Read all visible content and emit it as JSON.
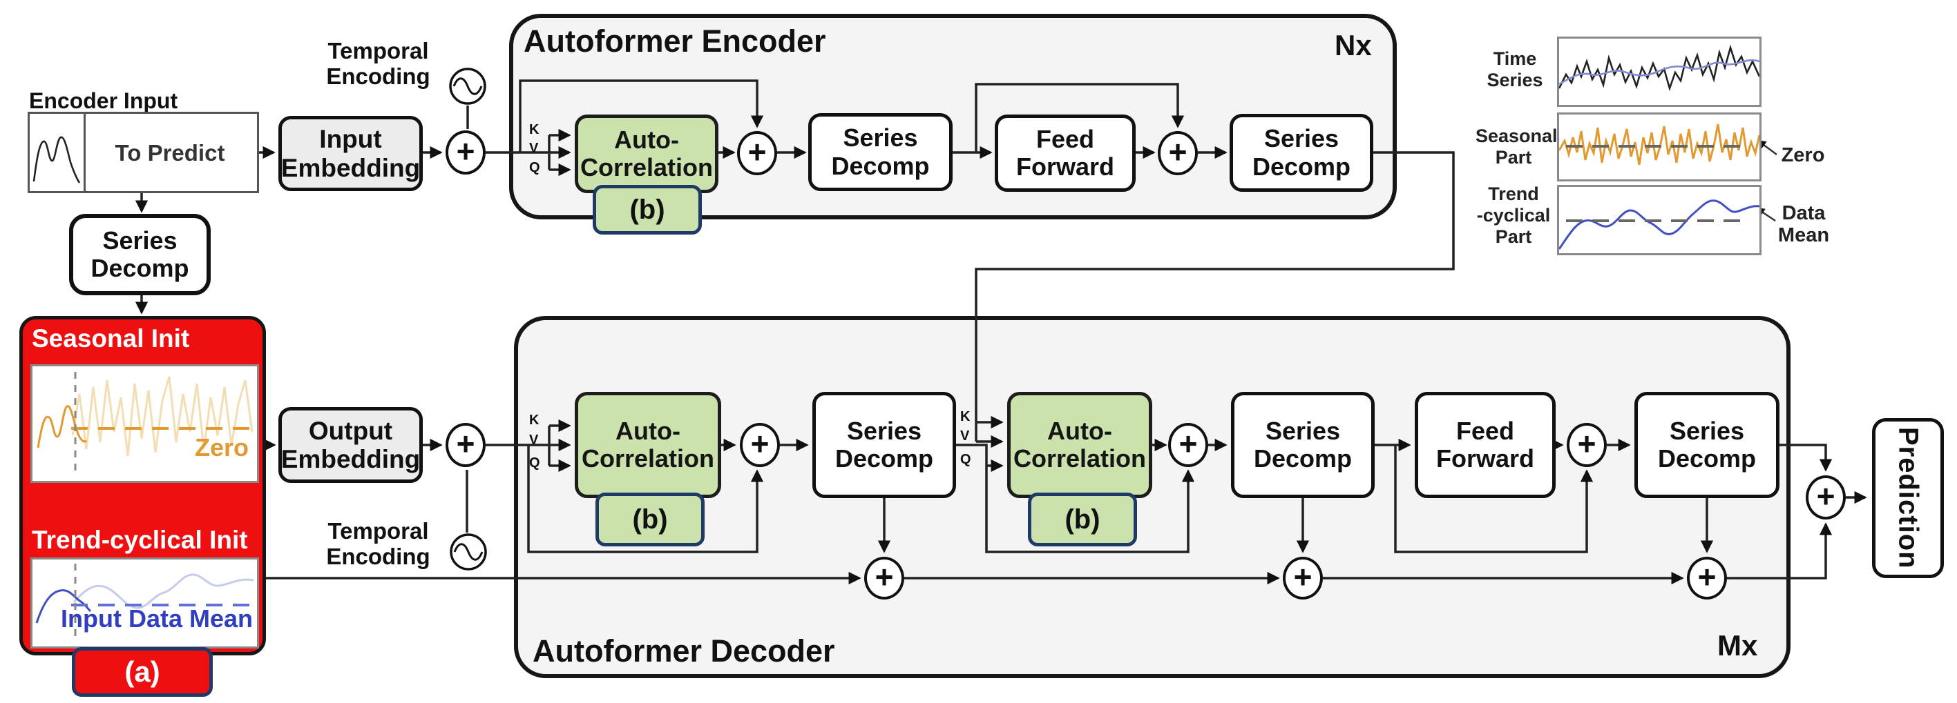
{
  "labels": {
    "encoder_input": "Encoder Input",
    "to_predict": "To Predict",
    "series_decomp": "Series\nDecomp",
    "input_embedding": "Input\nEmbedding",
    "output_embedding": "Output\nEmbedding",
    "temporal_encoding": "Temporal\nEncoding",
    "auto_correlation": "Auto-\nCorrelation",
    "feed_forward": "Feed\nForward",
    "prediction": "Prediction",
    "plus": "+",
    "k": "K",
    "v": "V",
    "q": "Q",
    "tab_a": "(a)",
    "tab_b": "(b)"
  },
  "encoder": {
    "title": "Autoformer Encoder",
    "repeat": "Nx"
  },
  "decoder": {
    "title": "Autoformer Decoder",
    "repeat": "Mx"
  },
  "init_block": {
    "seasonal_title": "Seasonal Init",
    "seasonal_annotation": "Zero",
    "trend_title": "Trend-cyclical Init",
    "trend_annotation": "Input Data Mean"
  },
  "legend": {
    "rows": [
      {
        "label": "Time\nSeries",
        "annotation": ""
      },
      {
        "label": "Seasonal\nPart",
        "annotation": "Zero"
      },
      {
        "label": "Trend\n-cyclical\nPart",
        "annotation": "Data\nMean"
      }
    ]
  },
  "colors": {
    "red": "#ee1010",
    "green": "#cbe2ad",
    "navy": "#1f3a67",
    "orange": "#e2992f",
    "blue": "#4050c0",
    "purple": "#8289cf",
    "graybox": "#ececec",
    "panel": "#f4f4f4",
    "line": "#222222"
  }
}
